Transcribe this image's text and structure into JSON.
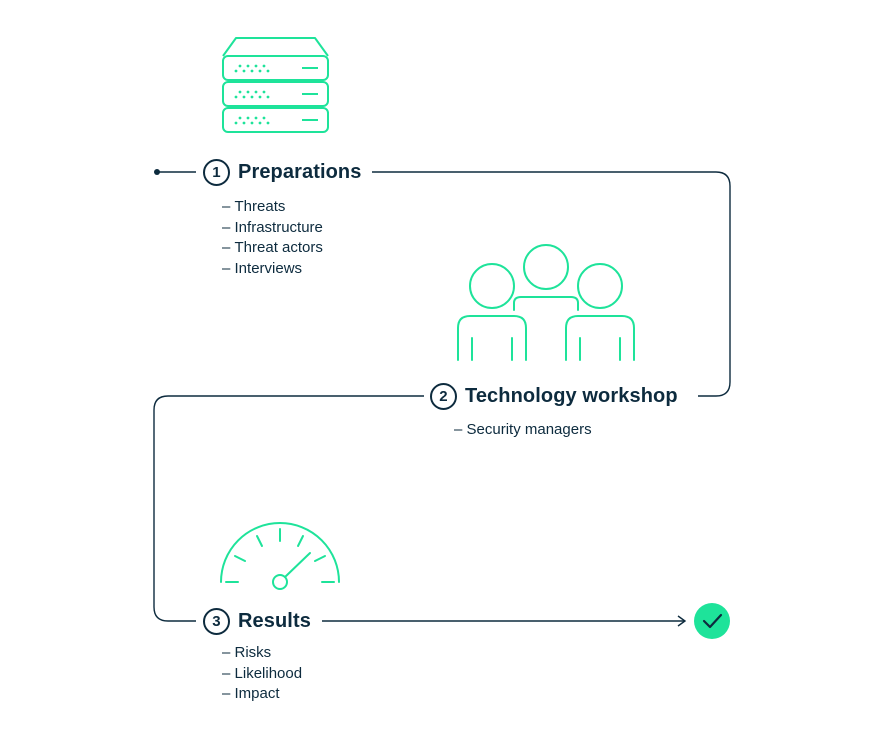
{
  "colors": {
    "ink": "#0d2b3e",
    "accent": "#1ee39a",
    "background": "#ffffff"
  },
  "steps": [
    {
      "number": "1",
      "title": "Preparations",
      "icon": "server-rack-icon",
      "items": [
        "Threats",
        "Infrastructure",
        "Threat actors",
        "Interviews"
      ]
    },
    {
      "number": "2",
      "title": "Technology workshop",
      "icon": "people-group-icon",
      "items": [
        "Security managers"
      ]
    },
    {
      "number": "3",
      "title": "Results",
      "icon": "gauge-icon",
      "items": [
        "Risks",
        "Likelihood",
        "Impact"
      ]
    }
  ],
  "end_marker": {
    "icon": "check-circle-icon"
  }
}
